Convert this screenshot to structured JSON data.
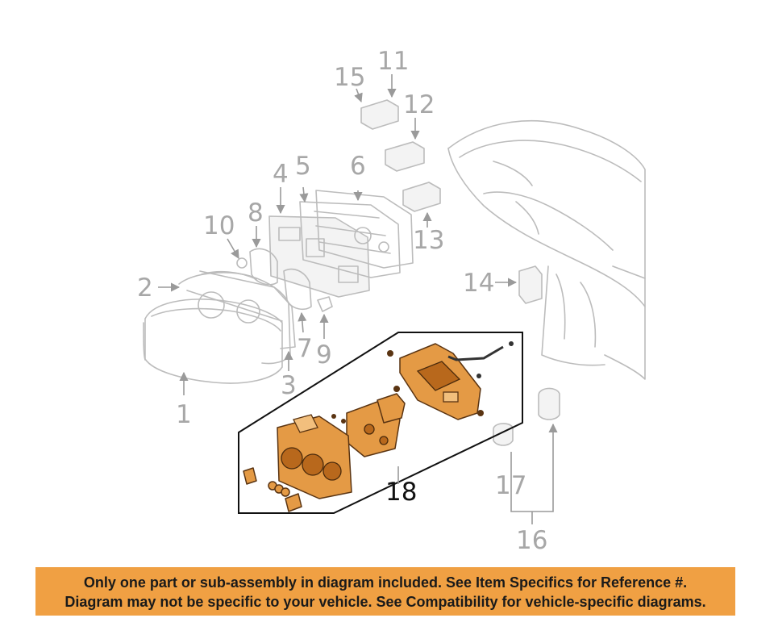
{
  "callouts": {
    "c1": "1",
    "c2": "2",
    "c3": "3",
    "c4": "4",
    "c5": "5",
    "c6": "6",
    "c7": "7",
    "c8": "8",
    "c9": "9",
    "c10": "10",
    "c11": "11",
    "c12": "12",
    "c13": "13",
    "c14": "14",
    "c15": "15",
    "c16": "16",
    "c17": "17",
    "c18": "18"
  },
  "highlighted_part": "18",
  "colors": {
    "highlight_part": "#e49a45",
    "banner_background": "#f0a043",
    "ghost_line": "#bcbcbc",
    "callout_gray": "#a7a7a7"
  },
  "banner": {
    "line1": "Only one part or sub-assembly in diagram included. See Item Specifics for Reference #.",
    "line2": "Diagram may not be specific to your vehicle. See Compatibility for vehicle-specific diagrams."
  }
}
